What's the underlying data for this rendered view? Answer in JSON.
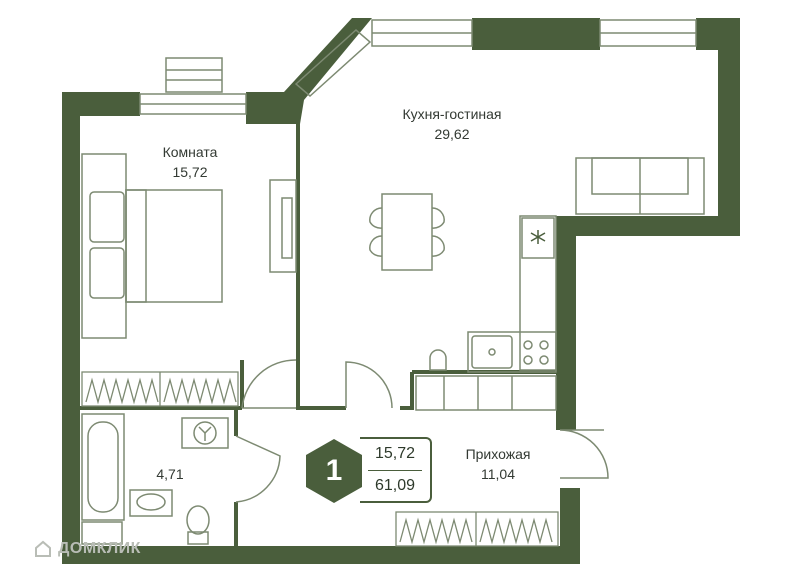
{
  "rooms": {
    "room": {
      "name": "Комната",
      "area": "15,72"
    },
    "kitchen_living": {
      "name": "Кухня-гостиная",
      "area": "29,62"
    },
    "bathroom": {
      "area": "4,71"
    },
    "hallway": {
      "name": "Прихожая",
      "area": "11,04"
    }
  },
  "summary": {
    "rooms_count": "1",
    "living_area": "15,72",
    "total_area": "61,09"
  },
  "watermark": {
    "text": "ДОМКЛИК"
  },
  "colors": {
    "wall": "#4a5e3c",
    "line": "#7d8a72",
    "background": "#ffffff",
    "text": "#333a33"
  },
  "icons": [
    "fridge-snowflake-icon",
    "washing-machine-icon",
    "watermark-logo-icon"
  ]
}
